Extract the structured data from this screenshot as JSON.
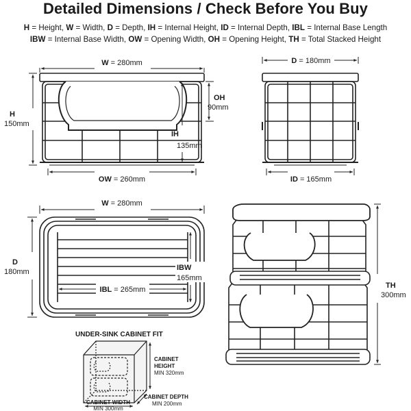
{
  "title": "Detailed Dimensions / Check Before You Buy",
  "legend_line1": [
    {
      "k": "H",
      "v": " = Height, "
    },
    {
      "k": "W",
      "v": " = Width, "
    },
    {
      "k": "D",
      "v": " = Depth, "
    },
    {
      "k": "IH",
      "v": " = Internal Height, "
    },
    {
      "k": "ID",
      "v": " = Internal Depth, "
    },
    {
      "k": "IBL",
      "v": " = Internal Base Length"
    }
  ],
  "legend_line2": [
    {
      "k": "IBW",
      "v": " = Internal Base Width, "
    },
    {
      "k": "OW",
      "v": " = Opening Width, "
    },
    {
      "k": "OH",
      "v": " = Opening Height, "
    },
    {
      "k": "TH",
      "v": " = Total Stacked Height"
    }
  ],
  "front": {
    "w_key": "W",
    "w_val": " = 280mm",
    "h_key": "H",
    "h_val": "150mm",
    "oh_key": "OH",
    "oh_val": "90mm",
    "ih_key": "IH",
    "ih_val": "135mm",
    "ow_key": "OW",
    "ow_val": " = 260mm"
  },
  "side": {
    "d_key": "D",
    "d_val": " = 180mm",
    "id_key": "ID",
    "id_val": " = 165mm"
  },
  "top": {
    "w_key": "W",
    "w_val": " = 280mm",
    "d_key": "D",
    "d_val": "180mm",
    "ibw_key": "IBW",
    "ibw_val": "165mm",
    "ibl_key": "IBL",
    "ibl_val": " = 265mm"
  },
  "stack": {
    "th_key": "TH",
    "th_val": "300mm"
  },
  "cabinet": {
    "title": "UNDER-SINK CABINET FIT",
    "height_label_1": "CABINET",
    "height_label_2": "HEIGHT",
    "height_min": "MIN 320mm",
    "width_label": "CABINET WIDTH",
    "width_min": "MIN 300mm",
    "depth_label": "CABINET DEPTH",
    "depth_min": "MIN 200mm"
  }
}
